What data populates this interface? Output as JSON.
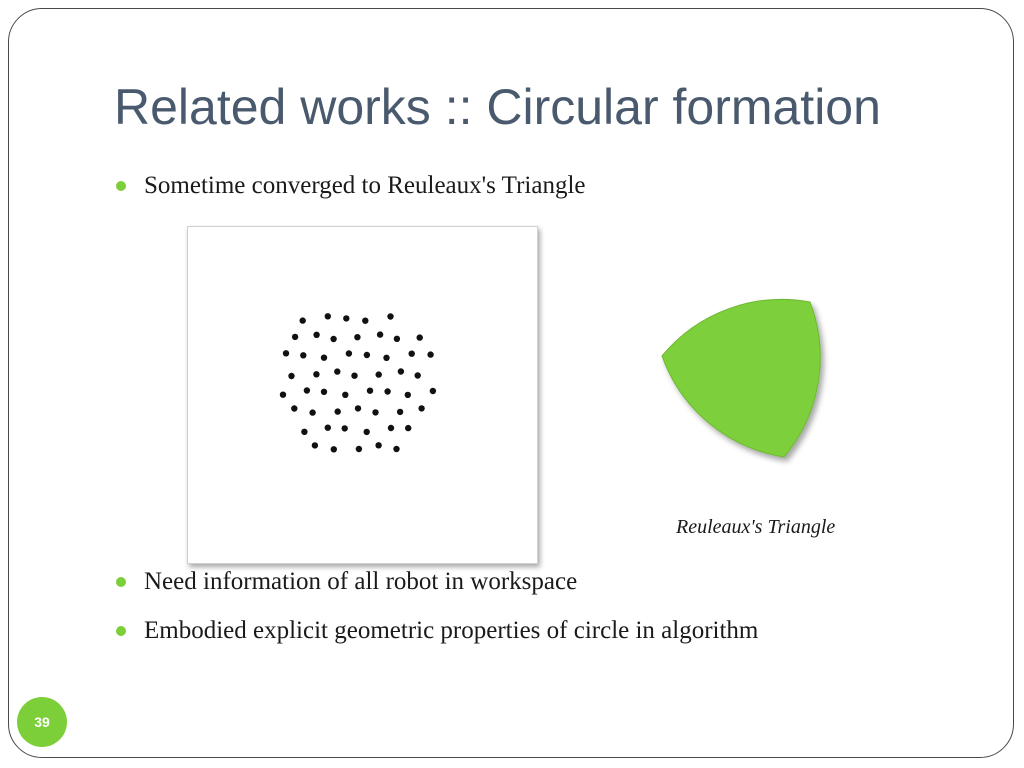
{
  "slide": {
    "title": "Related works :: Circular formation",
    "bullets": [
      "Sometime converged to Reuleaux's Triangle",
      "Need  information of all robot in workspace",
      "Embodied explicit geometric properties of circle in algorithm"
    ],
    "caption": "Reuleaux's Triangle",
    "page_number": "39"
  },
  "colors": {
    "title": "#4a5a6e",
    "bullet_marker": "#7dcf3a",
    "triangle_fill": "#7dcf3a",
    "page_badge": "#7dcf3a"
  }
}
